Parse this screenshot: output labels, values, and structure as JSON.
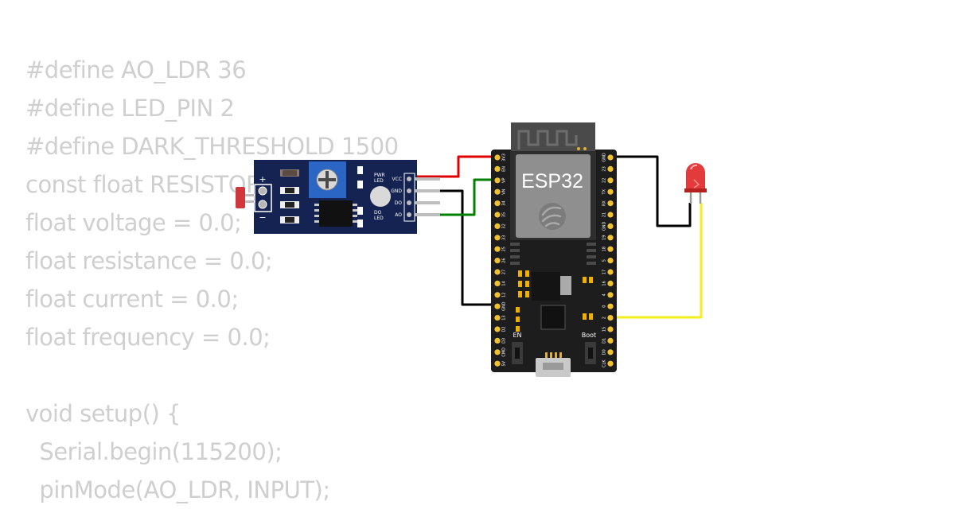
{
  "code_lines": [
    "#define AO_LDR 36",
    "#define LED_PIN 2",
    "#define DARK_THRESHOLD 1500",
    "const float RESISTOR = 10000.0;",
    "float voltage = 0.0;",
    "float resistance = 0.0;",
    "float current = 0.0;",
    "float frequency = 0.0;",
    "",
    "void setup() {",
    "  Serial.begin(115200);",
    "  pinMode(AO_LDR, INPUT);"
  ],
  "ldr_module": {
    "plus_label": "+",
    "minus_label": "−",
    "pwr_led_label": "PWR\nLED",
    "do_led_label": "DO\nLED",
    "pins": [
      "VCC",
      "GND",
      "DO",
      "AO"
    ]
  },
  "esp32": {
    "label": "ESP32",
    "en_label": "EN",
    "boot_label": "Boot",
    "left_pins": [
      "3V3",
      "EN",
      "VP",
      "VN",
      "34",
      "35",
      "32",
      "33",
      "25",
      "26",
      "27",
      "14",
      "12",
      "GND",
      "13",
      "D2",
      "D3",
      "CMD",
      "5V"
    ],
    "right_pins": [
      "GND",
      "23",
      "22",
      "TX",
      "RX",
      "21",
      "GND",
      "19",
      "18",
      "5",
      "17",
      "16",
      "4",
      "0",
      "2",
      "15",
      "D1",
      "D0",
      "CLK"
    ]
  },
  "colors": {
    "wire_vcc": "#e00000",
    "wire_gnd": "#000000",
    "wire_signal": "#008000",
    "wire_led": "#f5ee1e",
    "led_red": "#e33b3b",
    "module_blue": "#152352",
    "board_black": "#1d1d1d",
    "code_gray": "#cfcfcf"
  }
}
